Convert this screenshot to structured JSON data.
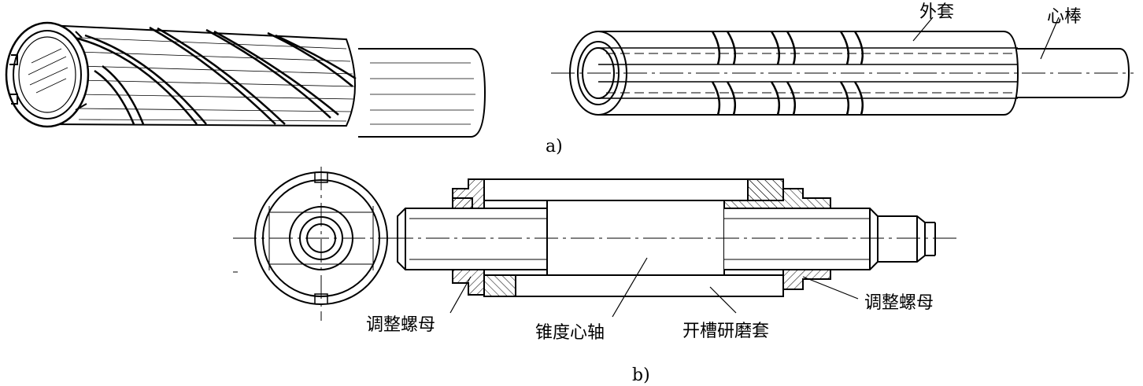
{
  "figure_a": {
    "caption": "a)",
    "label_outer_sleeve": "外套",
    "label_core_rod": "心棒"
  },
  "figure_b": {
    "caption": "b)",
    "label_adjust_nut_left": "调整螺母",
    "label_taper_mandrel": "锥度心轴",
    "label_slotted_lap": "开槽研磨套",
    "label_adjust_nut_right": "调整螺母"
  }
}
